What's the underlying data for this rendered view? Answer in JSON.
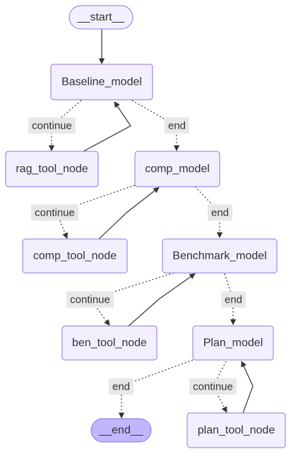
{
  "diagram": {
    "nodes": {
      "start": "__start__",
      "baseline": "Baseline_model",
      "rag": "rag_tool_node",
      "comp": "comp_model",
      "comp_tool": "comp_tool_node",
      "benchmark": "Benchmark_model",
      "ben_tool": "ben_tool_node",
      "plan": "Plan_model",
      "end": "__end__",
      "plan_tool": "plan_tool_node"
    },
    "edge_labels": {
      "baseline_continue": "continue",
      "baseline_end": "end",
      "comp_continue": "continue",
      "comp_end": "end",
      "benchmark_continue": "continue",
      "benchmark_end": "end",
      "plan_end": "end",
      "plan_continue": "continue"
    },
    "colors": {
      "node_fill": "#f2f0ff",
      "node_border": "#9370db",
      "terminal_fill": "#bfb6fc",
      "edge": "#333333",
      "label_bg": "#e8e8e8"
    }
  }
}
